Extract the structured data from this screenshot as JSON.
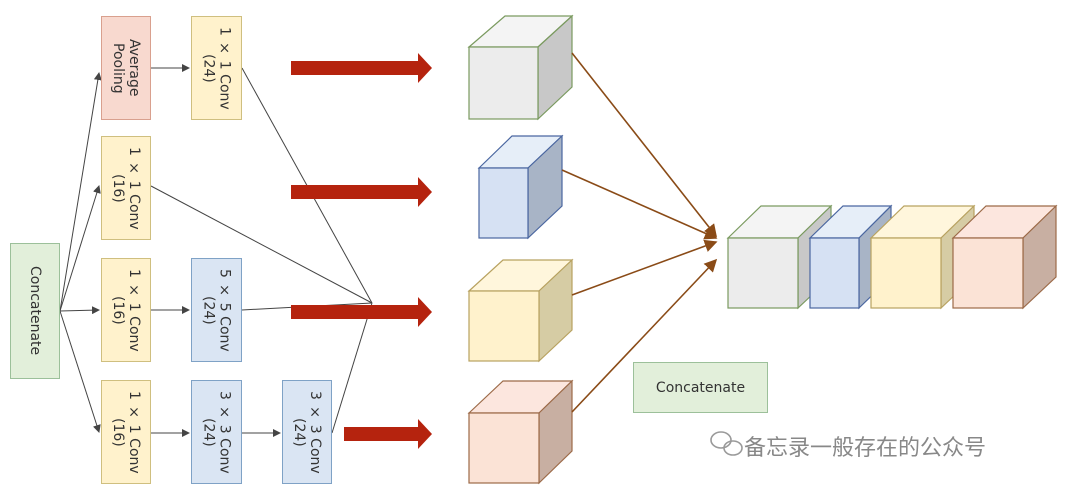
{
  "colors": {
    "green_fill": "#e2efda",
    "green_border": "#9cc09a",
    "pink_fill": "#f8d9cf",
    "pink_border": "#d9a08e",
    "yellow_fill": "#fff2cc",
    "yellow_border": "#cfbf7f",
    "blue_fill": "#dae5f3",
    "blue_border": "#7fa2c6",
    "red_arrow": "#b5230e",
    "brown_line": "#8a4b17",
    "thin_line": "#444444"
  },
  "concat_input": {
    "label": "Concatenate"
  },
  "branches": [
    {
      "boxes": [
        {
          "label": "Average\nPooling",
          "color": "pink"
        },
        {
          "label": "1 × 1 Conv\n(24)",
          "color": "yellow"
        }
      ]
    },
    {
      "boxes": [
        {
          "label": "1 × 1 Conv\n(16)",
          "color": "yellow"
        }
      ]
    },
    {
      "boxes": [
        {
          "label": "1 × 1 Conv\n(16)",
          "color": "yellow"
        },
        {
          "label": "5 × 5 Conv\n(24)",
          "color": "blue"
        }
      ]
    },
    {
      "boxes": [
        {
          "label": "1 × 1 Conv\n(16)",
          "color": "yellow"
        },
        {
          "label": "3 × 3 Conv\n(24)",
          "color": "blue"
        },
        {
          "label": "3 × 3 Conv\n(24)",
          "color": "blue"
        }
      ]
    }
  ],
  "cubes": [
    {
      "color": "gray"
    },
    {
      "color": "blue"
    },
    {
      "color": "yellow"
    },
    {
      "color": "pink"
    }
  ],
  "concat_output": {
    "label": "Concatenate"
  },
  "watermark": {
    "icon": "wechat-icon",
    "text": "备忘录一般存在的公众号"
  }
}
